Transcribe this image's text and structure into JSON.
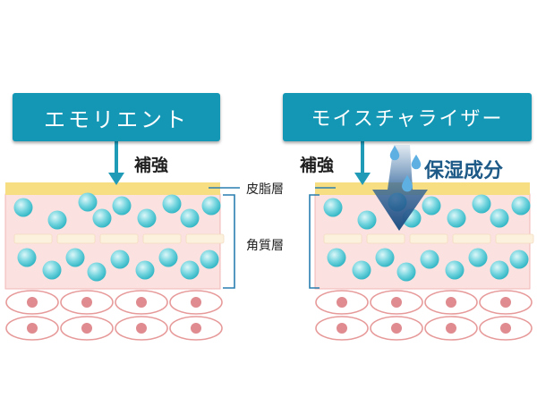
{
  "labels": {
    "emollient": "エモリエント",
    "moisturizer": "モイスチャライザー",
    "reinforce_left": "補強",
    "reinforce_right": "補強",
    "moisturizing_ingredient": "保湿成分",
    "sebum_film": "皮脂層",
    "stratum_corneum": "角質層"
  },
  "colors": {
    "title_box": "#1497b5",
    "arrow_teal": "#1f9bb8",
    "arrow_navy": "#1f4f82",
    "sebum_layer": "#f8de82",
    "corneum_bg": "#fbe1e0",
    "corneum_border": "#f1b7b5",
    "cell_gradient_light": "#dcf7f9",
    "cell_gradient_dark": "#2cb3c2",
    "lipid_bar": "#fcf1dc",
    "bracket": "#2a7fb0",
    "living_cell_border": "#e79a9a",
    "living_cell_nucleus": "#df8b8f",
    "water_drop": "#5fb0e2"
  },
  "icons": {
    "penetration_arrow": "down-arrow-icon",
    "water_drops": "water-drop-icon"
  }
}
